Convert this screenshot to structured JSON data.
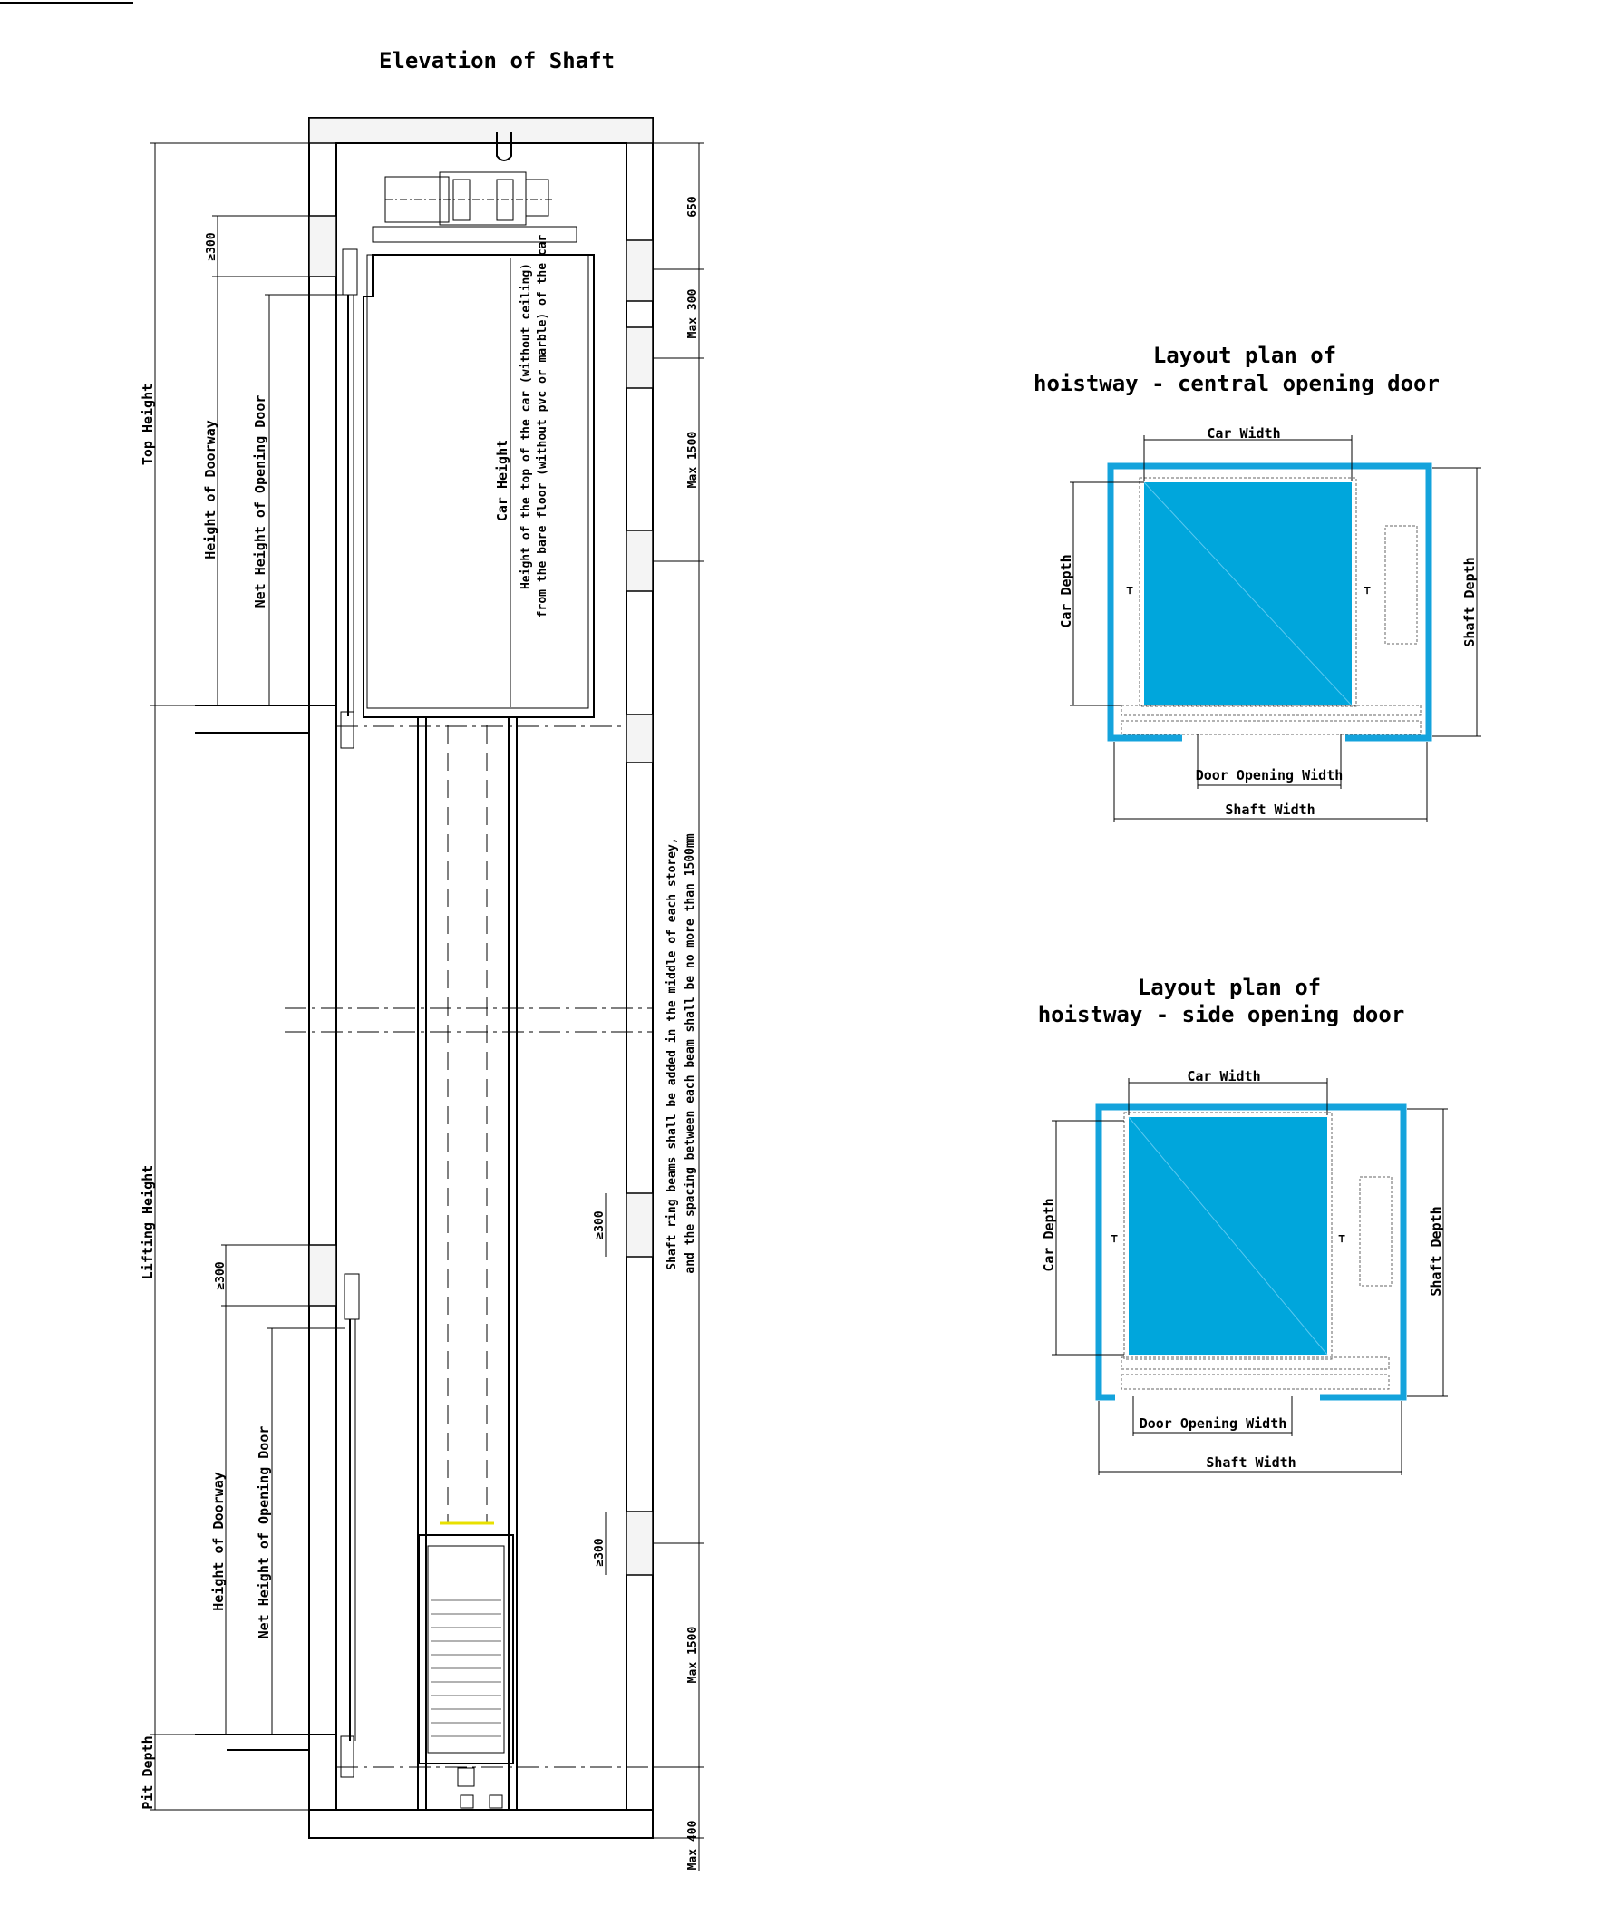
{
  "elevation": {
    "title": "Elevation of Shaft",
    "labels": {
      "top_height": "Top Height",
      "lifting_height": "Lifting Height",
      "pit_depth": "Pit Depth",
      "height_of_doorway": "Height of Doorway",
      "net_height_opening_door": "Net Height of Opening Door",
      "min_300": "≥300",
      "car_height": "Car Height",
      "car_height_note_1": "Height of the top of the car (without ceiling)",
      "car_height_note_2": "from the bare floor (without pvc or marble) of the car",
      "dim_650": "650",
      "dim_max300": "Max 300",
      "dim_max1500_top": "Max 1500",
      "dim_max1500_bottom": "Max 1500",
      "dim_max400": "Max 400",
      "ring_beam_note_1": "Shaft ring beams shall be added in the middle of each storey,",
      "ring_beam_note_2": "and the spacing between each beam shall be no more than 1500mm"
    }
  },
  "plan_central": {
    "title_1": "Layout plan of",
    "title_2": "hoistway - central opening door",
    "car_width": "Car Width",
    "car_depth": "Car Depth",
    "shaft_depth": "Shaft Depth",
    "door_opening_width": "Door Opening Width",
    "shaft_width": "Shaft Width"
  },
  "plan_side": {
    "title_1": "Layout plan of",
    "title_2": "hoistway - side opening door",
    "car_width": "Car Width",
    "car_depth": "Car Depth",
    "shaft_depth": "Shaft Depth",
    "door_opening_width": "Door Opening Width",
    "shaft_width": "Shaft Width"
  },
  "colors": {
    "car_fill": "#00a6dc",
    "shaft_wall": "#14a3dc"
  }
}
